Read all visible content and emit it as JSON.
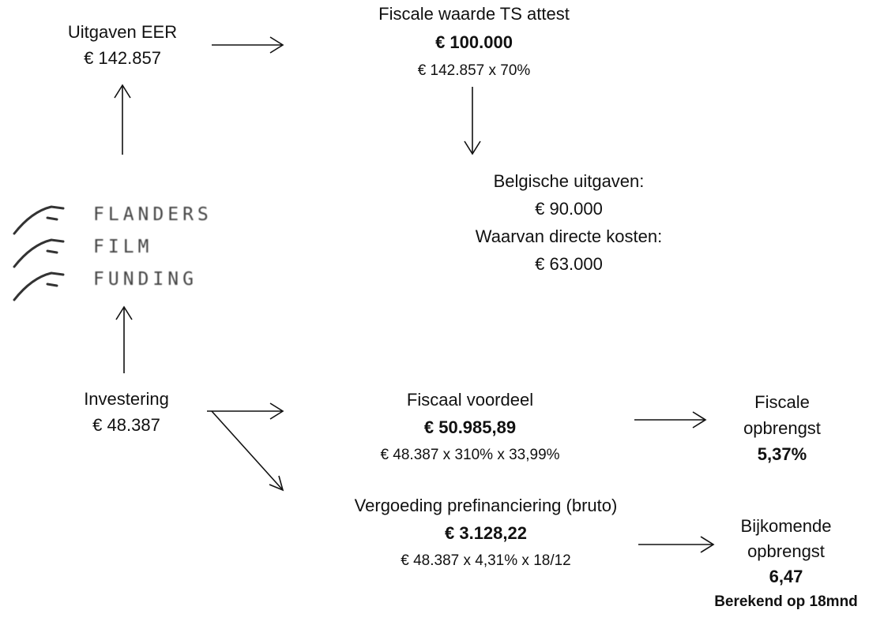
{
  "uitgaven": {
    "title": "Uitgaven EER",
    "amount": "€ 142.857"
  },
  "fiscale_waarde": {
    "title": "Fiscale waarde TS attest",
    "amount": "€ 100.000",
    "formula": "€ 142.857  x 70%"
  },
  "belgische": {
    "title": "Belgische uitgaven:",
    "amount": "€ 90.000",
    "sub_title": "Waarvan directe kosten:",
    "sub_amount": "€ 63.000"
  },
  "logo": {
    "line1": "FLANDERS",
    "line2": "FILM",
    "line3": "FUNDING"
  },
  "investering": {
    "title": "Investering",
    "amount": "€ 48.387"
  },
  "fiscaal_voordeel": {
    "title": "Fiscaal voordeel",
    "amount": "€ 50.985,89",
    "formula": "€ 48.387  x 310% x 33,99%"
  },
  "fiscale_opbrengst": {
    "line1": "Fiscale",
    "line2": "opbrengst",
    "value": "5,37%"
  },
  "vergoeding": {
    "title": "Vergoeding prefinanciering (bruto)",
    "amount": "€ 3.128,22",
    "formula": "€ 48.387  x 4,31% x 18/12"
  },
  "bijkomende": {
    "line1": "Bijkomende",
    "line2": "opbrengst",
    "value": "6,47",
    "note": "Berekend op 18mnd"
  }
}
